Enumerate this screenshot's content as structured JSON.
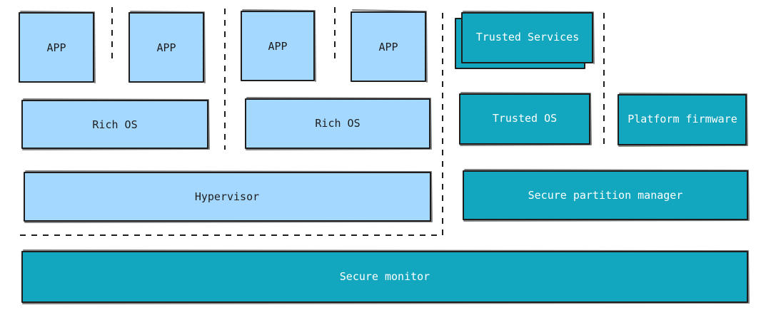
{
  "colors": {
    "normal_world": "#a5d8ff",
    "secure_world": "#12a6bf",
    "stroke": "#1e1e1e"
  },
  "normal_world": {
    "apps": [
      "APP",
      "APP",
      "APP",
      "APP"
    ],
    "rich_os": [
      "Rich OS",
      "Rich OS"
    ],
    "hypervisor": "Hypervisor"
  },
  "secure_world": {
    "trusted_services": "Trusted Services",
    "trusted_os": "Trusted OS",
    "platform_firmware": "Platform firmware",
    "spm": "Secure partition manager"
  },
  "monitor": "Secure monitor"
}
